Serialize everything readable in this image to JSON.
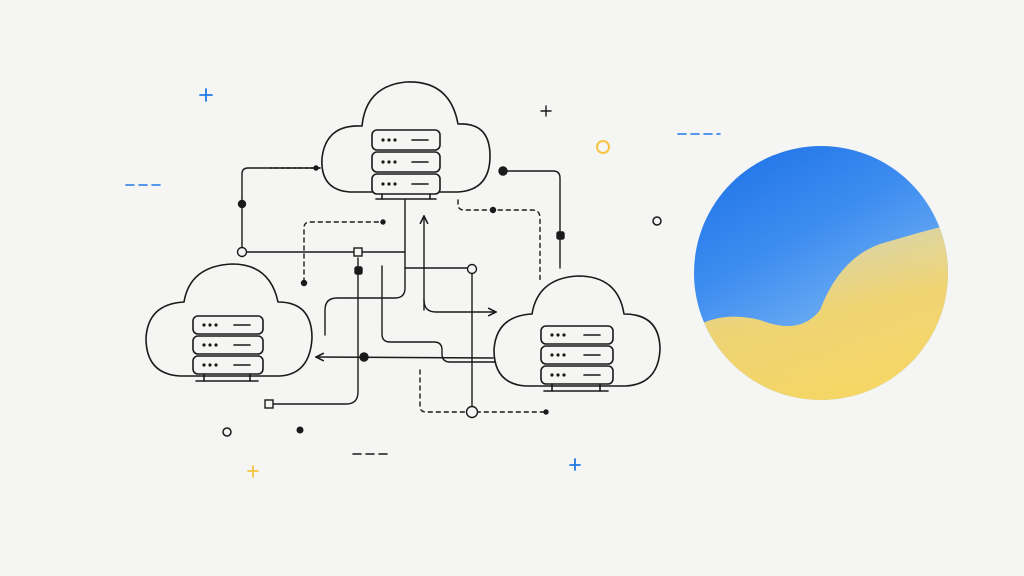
{
  "colors": {
    "background": "#f5f5f4",
    "stroke": "#1a1a1a",
    "accent_blue": "#1f7ae8",
    "accent_yellow": "#f5c542",
    "sphere_top": "#1a6fe6",
    "sphere_mid": "#6fb2f5",
    "sphere_bottom": "#f8d86a"
  },
  "nodes": [
    {
      "id": "cloud-server-top",
      "icon": "cloud-server-icon"
    },
    {
      "id": "cloud-server-left",
      "icon": "cloud-server-icon"
    },
    {
      "id": "cloud-server-right",
      "icon": "cloud-server-icon"
    }
  ],
  "decorations": {
    "sphere": "gradient-sphere",
    "sparkles": [
      "plus-icon-blue",
      "plus-icon-dark",
      "plus-icon-yellow",
      "plus-icon-blue"
    ],
    "dashes": [
      "dash-line-blue",
      "dash-line-blue",
      "dash-line-dark"
    ],
    "dots": [
      "ring-dot-yellow",
      "ring-dot-dark",
      "ring-dot-dark",
      "solid-dot-dark"
    ]
  }
}
